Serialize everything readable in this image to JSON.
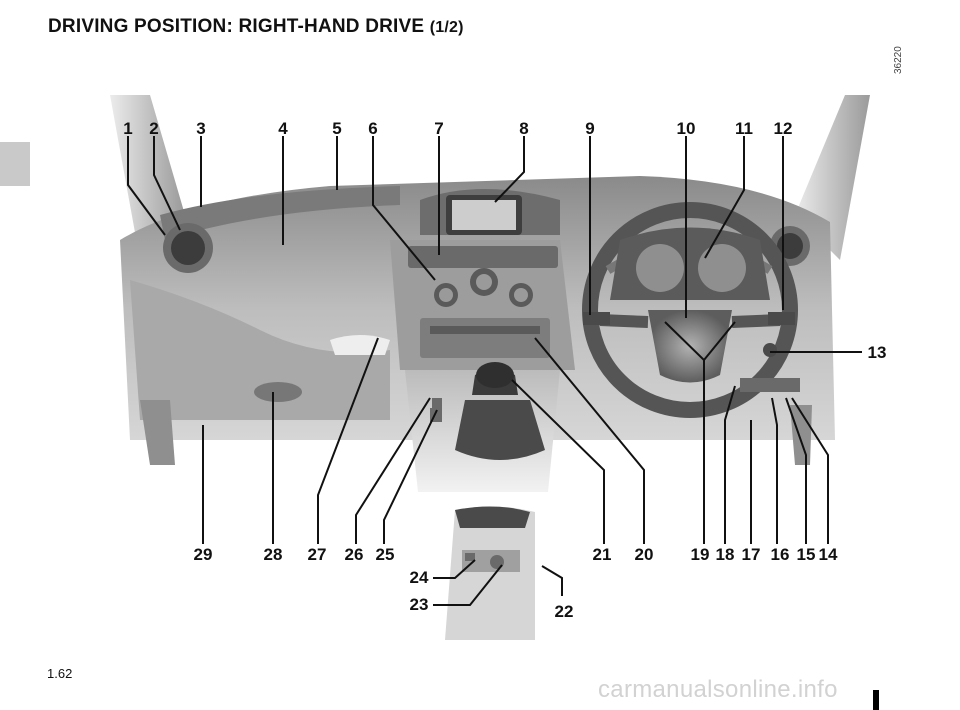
{
  "header": {
    "title": "DRIVING POSITION: RIGHT-HAND DRIVE",
    "title_suffix": "(1/2)"
  },
  "figure": {
    "code": "36220",
    "callouts": [
      "1",
      "2",
      "3",
      "4",
      "5",
      "6",
      "7",
      "8",
      "9",
      "10",
      "11",
      "12",
      "13",
      "14",
      "15",
      "16",
      "17",
      "18",
      "19",
      "20",
      "21",
      "22",
      "23",
      "24",
      "25",
      "26",
      "27",
      "28",
      "29"
    ]
  },
  "footer": {
    "page_number": "1.62",
    "watermark": "carmanualsonline.info"
  }
}
